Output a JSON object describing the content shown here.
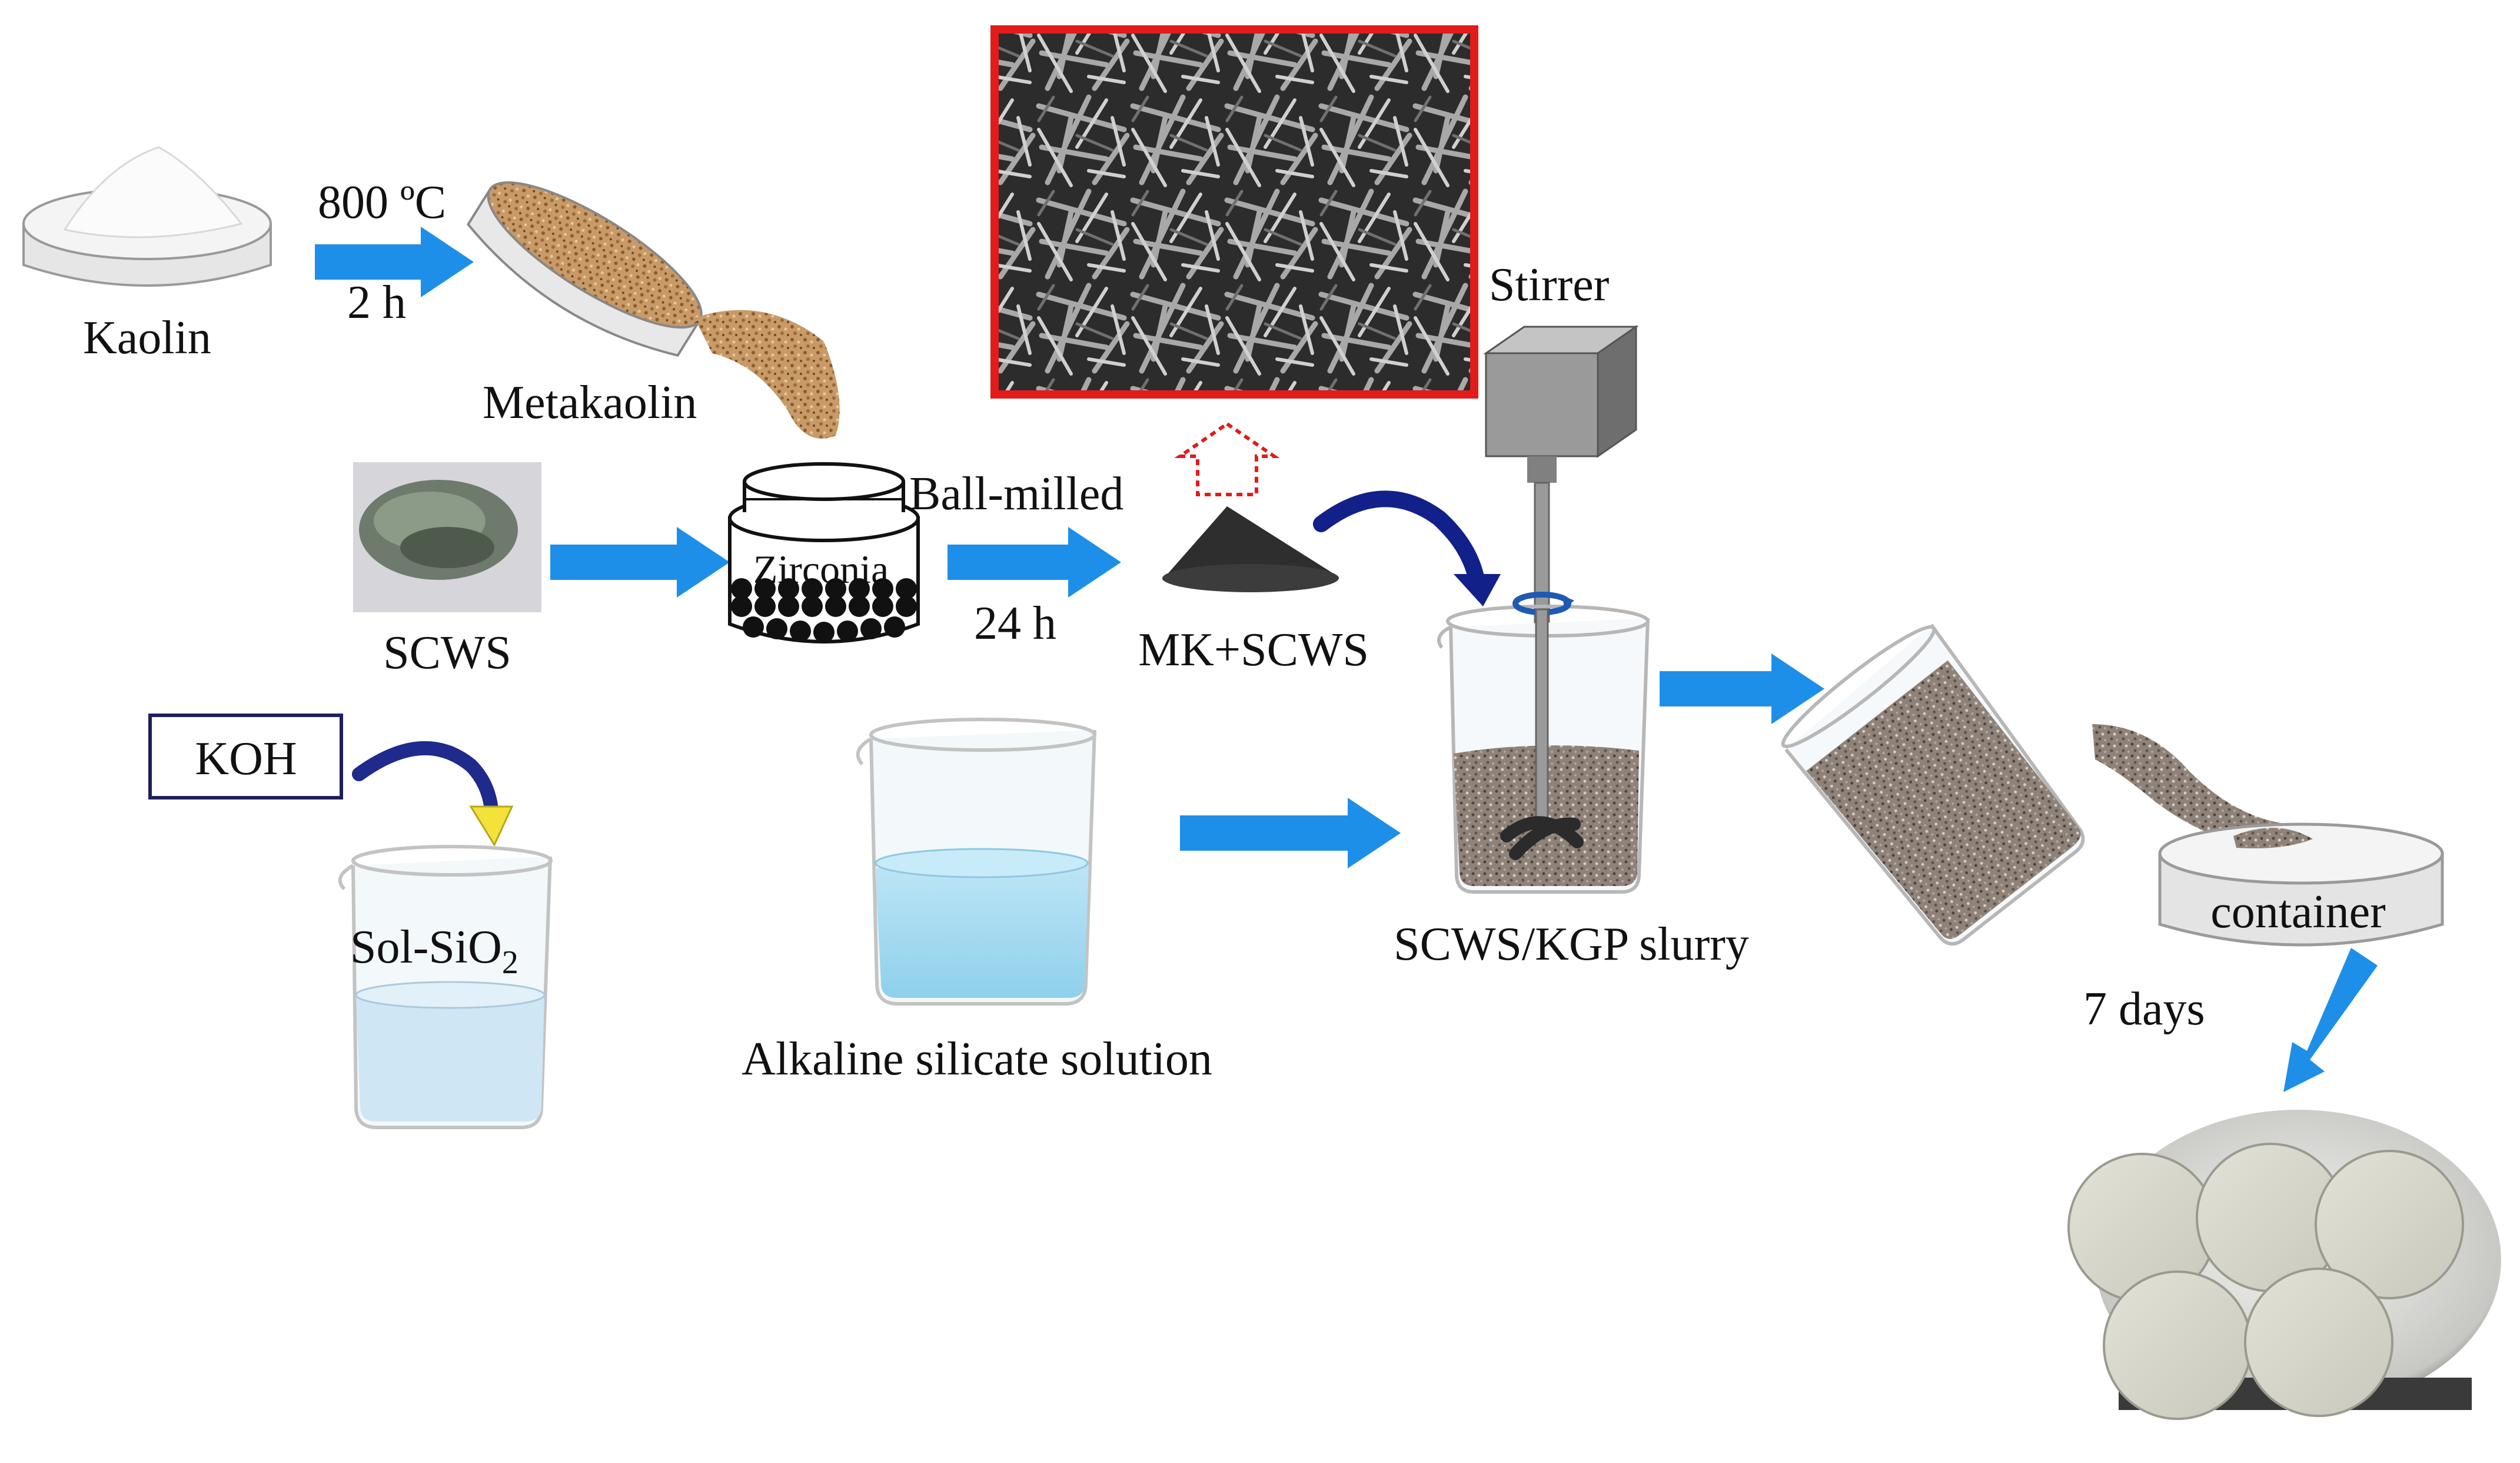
{
  "labels": {
    "kaolin": "Kaolin",
    "temperature": "800 ºC",
    "calcination_time": "2 h",
    "metakaolin": "Metakaolin",
    "scws": "SCWS",
    "zirconia": "Zirconia",
    "ball_milled": "Ball-milled",
    "milling_time": "24 h",
    "mk_scws": "MK+SCWS",
    "stirrer": "Stirrer",
    "koh": "KOH",
    "sol_sio2_base": "Sol-SiO",
    "sol_sio2_sub": "2",
    "alkaline_silicate_solution": "Alkaline silicate solution",
    "slurry": "SCWS/KGP slurry",
    "container": "container",
    "curing_time": "7 days"
  },
  "colors": {
    "process_arrow": "#1e8fe8",
    "curved_arrow_dark": "#12208a",
    "curved_arrow_koh": "#1e2a8c",
    "koh_arrow_tip": "#f2e23a",
    "sem_frame": "#e21b1b",
    "sem_pointer": "#e21b1b",
    "metakaolin_powder": "#b98a5a",
    "slurry": "#8c8078",
    "solution_blue": "#a9daf0",
    "koh_box_border": "#1f1f5c"
  },
  "icons": {
    "sem_image": "sem-micrograph-rods",
    "stirrer": "overhead-stirrer-icon",
    "ball_mill": "ball-mill-jar-icon"
  }
}
